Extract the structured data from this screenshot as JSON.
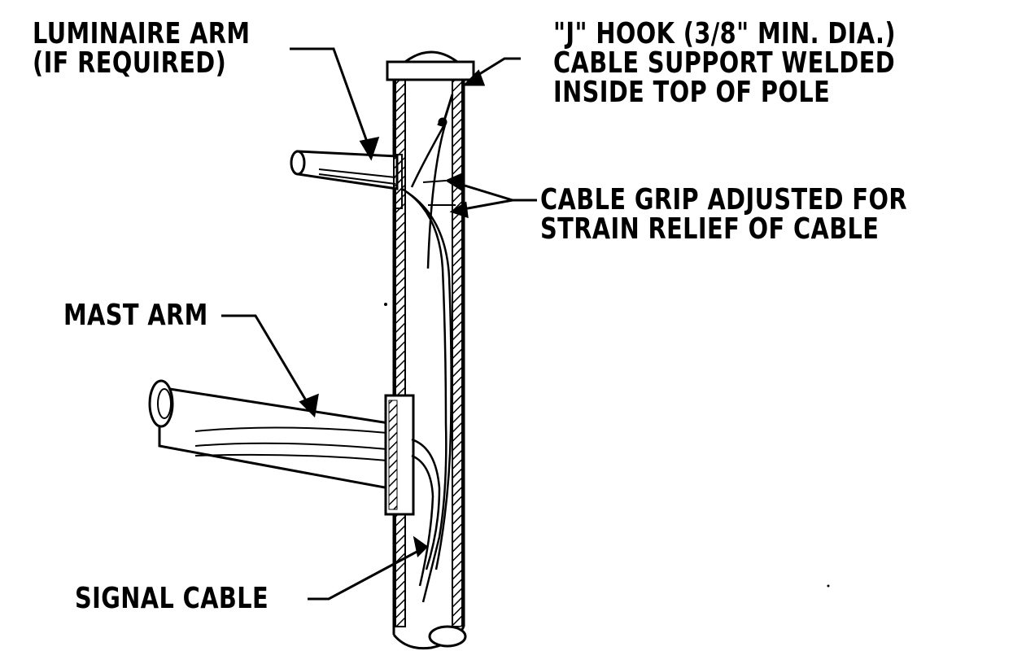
{
  "callouts": {
    "luminaire_arm": {
      "line1": "LUMINAIRE ARM",
      "line2": "(IF REQUIRED)"
    },
    "j_hook": {
      "line1": "\"J\" HOOK (3/8\" MIN. DIA.)",
      "line2": "CABLE SUPPORT WELDED",
      "line3": "INSIDE TOP OF POLE"
    },
    "cable_grip": {
      "line1": "CABLE GRIP ADJUSTED FOR",
      "line2": "STRAIN RELIEF OF CABLE"
    },
    "mast_arm": {
      "line1": "MAST ARM"
    },
    "signal_cable": {
      "line1": "SIGNAL CABLE"
    }
  },
  "colors": {
    "ink": "#000000",
    "paper": "#ffffff"
  }
}
